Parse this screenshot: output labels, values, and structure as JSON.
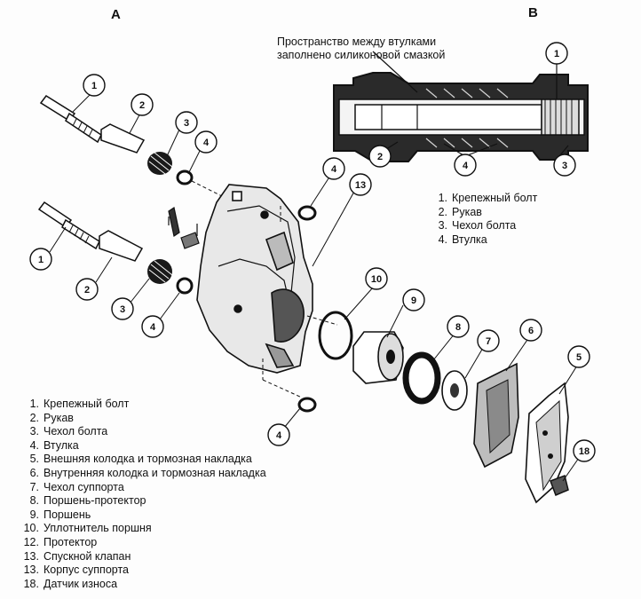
{
  "panels": {
    "a": "A",
    "b": "B"
  },
  "note": [
    "Пространство между втулками",
    "заполнено силиконовой смазкой"
  ],
  "legend_b": [
    {
      "num": "1.",
      "text": "Крепежный болт"
    },
    {
      "num": "2.",
      "text": "Рукав"
    },
    {
      "num": "3.",
      "text": "Чехол болта"
    },
    {
      "num": "4.",
      "text": "Втулка"
    }
  ],
  "legend_a": [
    {
      "num": "1.",
      "text": "Крепежный болт"
    },
    {
      "num": "2.",
      "text": "Рукав"
    },
    {
      "num": "3.",
      "text": "Чехол болта"
    },
    {
      "num": "4.",
      "text": "Втулка"
    },
    {
      "num": "5.",
      "text": "Внешняя колодка и тормозная накладка"
    },
    {
      "num": "6.",
      "text": "Внутренняя колодка и тормозная накладка"
    },
    {
      "num": "7.",
      "text": "Чехол суппорта"
    },
    {
      "num": "8.",
      "text": "Поршень-протектор"
    },
    {
      "num": "9.",
      "text": "Поршень"
    },
    {
      "num": "10.",
      "text": "Уплотнитель поршня"
    },
    {
      "num": "12.",
      "text": "Протектор"
    },
    {
      "num": "13.",
      "text": "Спускной клапан"
    },
    {
      "num": "13.",
      "text": "Корпус суппорта"
    },
    {
      "num": "18.",
      "text": "Датчик износа"
    }
  ],
  "callouts_a": [
    "1",
    "2",
    "3",
    "4",
    "4",
    "13",
    "1",
    "2",
    "3",
    "4",
    "10",
    "9",
    "8",
    "7",
    "6",
    "5",
    "18",
    "4"
  ],
  "callouts_b": [
    "1",
    "2",
    "4",
    "3"
  ]
}
